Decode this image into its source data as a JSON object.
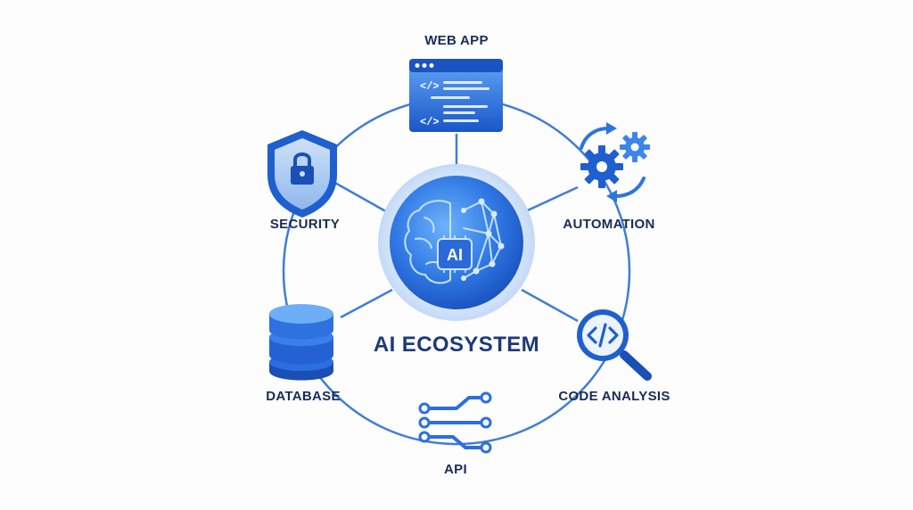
{
  "diagram": {
    "center": {
      "badge": "AI",
      "title": "AI ECOSYSTEM",
      "icon": "ai-brain-icon"
    },
    "nodes": [
      {
        "id": "web-app",
        "label": "WEB APP",
        "icon": "code-window-icon"
      },
      {
        "id": "automation",
        "label": "AUTOMATION",
        "icon": "gears-cycle-icon"
      },
      {
        "id": "code-analysis",
        "label": "CODE ANALYSIS",
        "icon": "code-magnifier-icon"
      },
      {
        "id": "api",
        "label": "API",
        "icon": "api-connector-icon"
      },
      {
        "id": "database",
        "label": "DATABASE",
        "icon": "database-icon"
      },
      {
        "id": "security",
        "label": "SECURITY",
        "icon": "shield-lock-icon"
      }
    ],
    "colors": {
      "primary": "#1f63d9",
      "light": "#5da3f3",
      "dark": "#123f94",
      "ring": "#3f7ed6",
      "text": "#1a2c55"
    }
  }
}
